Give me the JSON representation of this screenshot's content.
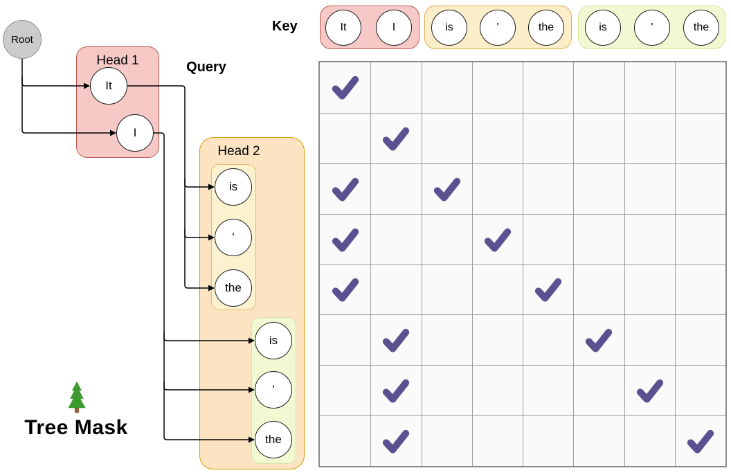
{
  "caption": {
    "icon": "evergreen-tree-icon",
    "text": "Tree Mask"
  },
  "labels": {
    "query": "Query",
    "key": "Key"
  },
  "tree": {
    "root": "Root",
    "head1": {
      "title": "Head 1",
      "nodes": [
        "It",
        "I"
      ]
    },
    "head2": {
      "title": "Head 2",
      "upper_nodes": [
        "is",
        "'",
        "the"
      ],
      "lower_nodes": [
        "is",
        "'",
        "the"
      ]
    }
  },
  "key_groups": [
    {
      "name": "head1-tokens",
      "tokens": [
        "It",
        "I"
      ]
    },
    {
      "name": "head2-upper-tokens",
      "tokens": [
        "is",
        "'",
        "the"
      ]
    },
    {
      "name": "head2-lower-tokens",
      "tokens": [
        "is",
        "'",
        "the"
      ]
    }
  ],
  "mask": {
    "rows": 8,
    "cols": 8,
    "row_tokens": [
      "It",
      "I",
      "is",
      "'",
      "the",
      "is",
      "'",
      "the"
    ],
    "col_tokens": [
      "It",
      "I",
      "is",
      "'",
      "the",
      "is",
      "'",
      "the"
    ],
    "checks": [
      [
        0
      ],
      [
        1
      ],
      [
        0,
        2
      ],
      [
        0,
        3
      ],
      [
        0,
        4
      ],
      [
        1,
        5
      ],
      [
        1,
        6
      ],
      [
        1,
        7
      ]
    ]
  },
  "colors": {
    "check_purple": "#5b5191",
    "head1_fill": "#f6c9c6",
    "head1_stroke": "#bb5a52",
    "head2_fill": "#fce4c3",
    "head2_stroke": "#d79b00",
    "yellow_fill": "#fdf2d0",
    "yellow_stroke": "#ddbe63",
    "green_fill": "#f2f9d2",
    "green_stroke": "#d5e3a3",
    "root_fill": "#cbcbcb",
    "root_stroke": "#8f8f8f",
    "grid_line": "#9e9e9e",
    "cell_bg": "#fafafa",
    "tree_green": "#3c9a2f",
    "tree_trunk": "#8b6239"
  }
}
